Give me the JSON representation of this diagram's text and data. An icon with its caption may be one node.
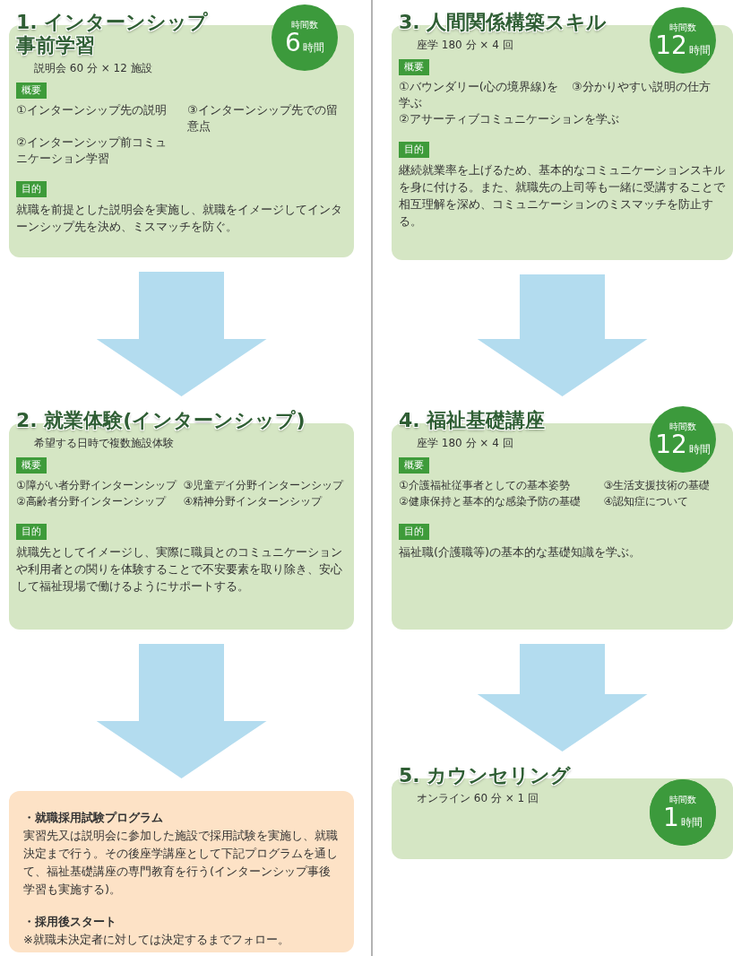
{
  "diagram": {
    "nodes": [
      {
        "text": [
          "1. インターンシップ事前学習",
          "説明会 60 分 × 12 施設",
          "①インターンシップ先の説明",
          "②インターンシップ前コミュニケーション学習",
          "③インターンシップ先での留意点",
          "就職を前提とした説明会を実施し、就職をイメージしてインターンシップ先を決め、ミスマッチを防ぐ。"
        ]
      },
      {
        "text": [
          "概要"
        ],
        "in": 0
      },
      {
        "text": [
          "目的"
        ],
        "in": 0
      },
      {
        "text": [
          "時間数",
          "6",
          "時間"
        ]
      },
      {
        "text": [
          "2. 就業体験(インターンシップ)",
          "希望する日時で複数施設体験",
          "①障がい者分野インターンシップ",
          "②高齢者分野インターンシップ",
          "③児童デイ分野インターンシップ",
          "④精神分野インターンシップ",
          "就職先としてイメージし、実際に職員とのコミュニケーションや利用者との関りを体験することで不安要素を取り除き、安心して福祉現場で働けるようにサポートする。"
        ]
      },
      {
        "text": [
          "概要"
        ],
        "in": 4
      },
      {
        "text": [
          "目的"
        ],
        "in": 4
      },
      {
        "text": [
          "・就職採用試験プログラム",
          "実習先又は説明会に参加した施設で採用試験を実施し、就職決定まで行う。その後座学講座として下記プログラムを通して、福祉基礎講座の専門教育を行う(インターンシップ事後学習も実施する)。",
          "・採用後スタート",
          "※就職未決定者に対しては決定するまでフォロー。"
        ]
      },
      {
        "text": [
          "3. 人間関係構築スキル",
          "座学 180 分 × 4 回",
          "①バウンダリー(心の境界線)を学ぶ",
          "②アサーティブコミュニケーションを学ぶ",
          "③分かりやすい説明の仕方",
          "継続就業率を上げるため、基本的なコミュニケーションスキルを身に付ける。また、就職先の上司等も一緒に受講することで相互理解を深め、コミュニケーションのミスマッチを防止する。"
        ]
      },
      {
        "text": [
          "概要"
        ],
        "in": 8
      },
      {
        "text": [
          "目的"
        ],
        "in": 8
      },
      {
        "text": [
          "時間数",
          "12",
          "時間"
        ]
      },
      {
        "text": [
          "4. 福祉基礎講座",
          "座学 180 分 × 4 回",
          "①介護福祉従事者としての基本姿勢",
          "②健康保持と基本的な感染予防の基礎",
          "③生活支援技術の基礎",
          "④認知症について",
          "福祉職(介護職等)の基本的な基礎知識を学ぶ。"
        ]
      },
      {
        "text": [
          "概要"
        ],
        "in": 12
      },
      {
        "text": [
          "目的"
        ],
        "in": 12
      },
      {
        "text": [
          "時間数",
          "12",
          "時間"
        ]
      },
      {
        "text": [
          "5. カウンセリング",
          "オンライン 60 分 × 1 回"
        ]
      },
      {
        "text": [
          "時間数",
          "1",
          "時間"
        ],
        "in": 16
      }
    ],
    "edges": [
      {
        "from": 0,
        "to": 4,
        "arrow": "to"
      },
      {
        "from": 4,
        "to": 7,
        "arrow": "to"
      },
      {
        "from": 8,
        "to": 12,
        "arrow": "to"
      },
      {
        "from": 12,
        "to": 16,
        "arrow": "to"
      }
    ]
  }
}
